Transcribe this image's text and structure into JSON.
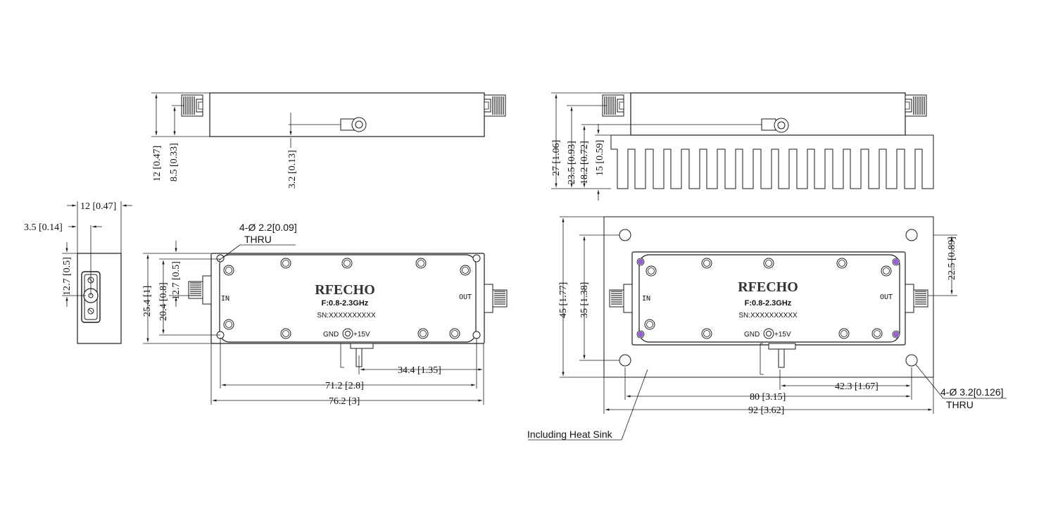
{
  "side_view": {
    "height": "12 [0.47]",
    "connector_height": "8.5 [0.33]",
    "pin_height": "3.2 [0.13]"
  },
  "side_view_heatsink": {
    "total_height": "27 [1.06]",
    "connector_height": "23.5 [0.93]",
    "pin_height": "18.2 [0.72]",
    "fin_height": "15 [0.59]"
  },
  "end_view": {
    "width": "12 [0.47]",
    "offset": "3.5 [0.14]",
    "connector_height": "12.7 [0.5]"
  },
  "top_view": {
    "hole_callout": "4-Ø 2.2[0.09]",
    "hole_thru": "THRU",
    "connector_offset": "12.7 [0.5]",
    "width": "25.4 [1]",
    "hole_spacing_v": "20.4 [0.8]",
    "pin_offset": "34.4 [1.35]",
    "hole_spacing_h": "71.2 [2.8]",
    "length": "76.2 [3]",
    "brand": "RFECHO",
    "freq": "F:0.8-2.3GHz",
    "serial": "SN:XXXXXXXXXX",
    "in_label": "IN",
    "out_label": "OUT",
    "gnd_label": "GND",
    "power_label": "+15V"
  },
  "heatsink_view": {
    "height": "45 [1.77]",
    "hole_spacing_v": "35 [1.38]",
    "connector_offset": "22.5 [0.89]",
    "pin_offset": "42.3 [1.67]",
    "hole_spacing_h": "80 [3.15]",
    "length": "92 [3.62]",
    "hole_callout": "4-Ø 3.2[0.126]",
    "hole_thru": "THRU",
    "heat_sink_note": "Including Heat Sink",
    "brand": "RFECHO",
    "freq": "F:0.8-2.3GHz",
    "serial": "SN:XXXXXXXXXX",
    "in_label": "IN",
    "out_label": "OUT",
    "gnd_label": "GND",
    "power_label": "+15V"
  },
  "colors": {
    "line": "#1a1a1a",
    "screw_accent": "#9b5fd6"
  }
}
